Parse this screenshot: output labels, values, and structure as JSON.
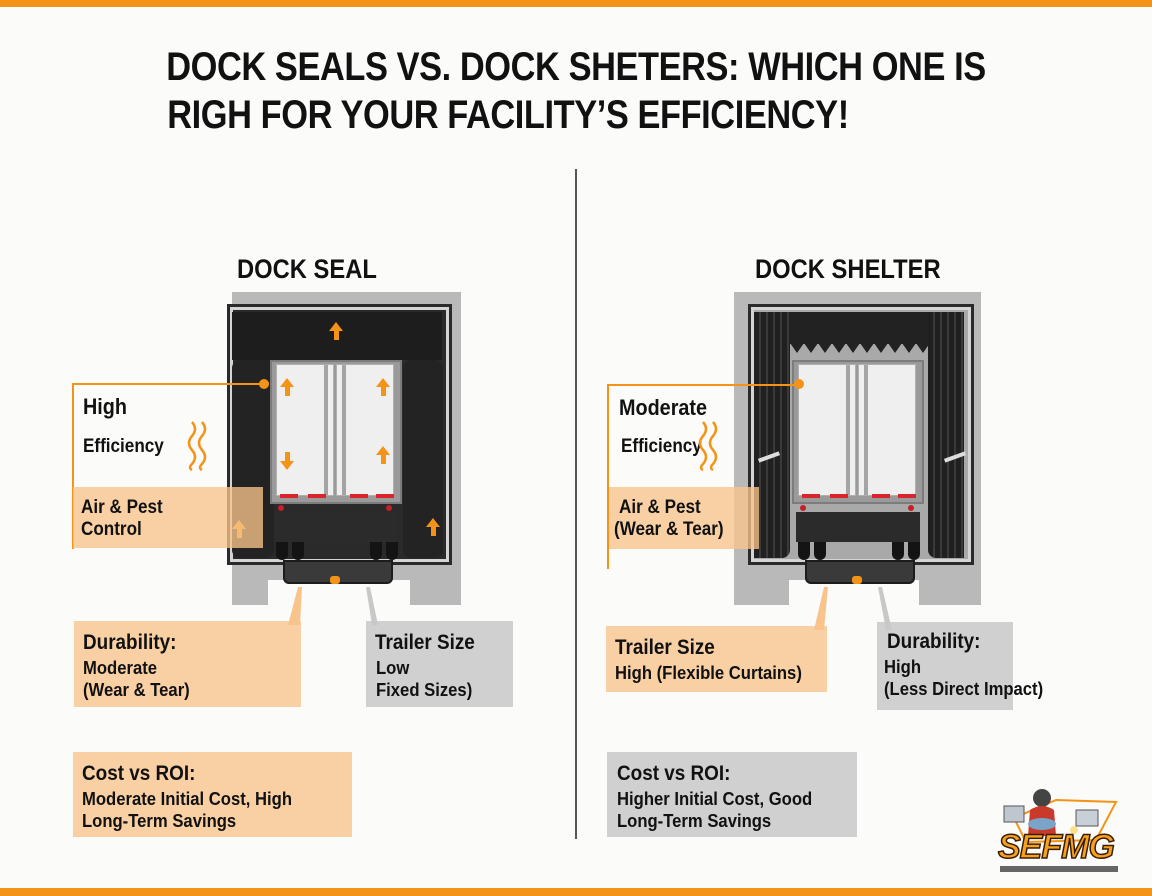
{
  "title": {
    "line1": "DOCK SEALS VS. DOCK SHETERS: WHICH ONE IS",
    "line2": "RIGH FOR YOUR FACILITY’S EFFICIENCY!"
  },
  "colors": {
    "accent": "#f39317",
    "orange_box": "#f8c48c",
    "grey_box": "#c8c8c8",
    "divider": "#555555"
  },
  "dock_seal": {
    "heading": "DOCK SEAL",
    "efficiency_level": "High",
    "efficiency_label": "Efficiency",
    "air_pest": [
      "Air & Pest",
      "Control"
    ],
    "durability": {
      "title": "Durability:",
      "value": "Moderate\n(Wear & Tear)"
    },
    "trailer_size": {
      "title": "Trailer Size",
      "value": "Low\nFixed Sizes)"
    },
    "cost_roi": {
      "title": "Cost vs ROI:",
      "value": "Moderate Initial Cost, High\nLong-Term Savings"
    }
  },
  "dock_shelter": {
    "heading": "DOCK SHELTER",
    "efficiency_level": "Moderate",
    "efficiency_label": "Efficiency",
    "air_pest": [
      "Air & Pest",
      "(Wear & Tear)"
    ],
    "trailer_size": {
      "title": "Trailer Size",
      "value": "High (Flexible Curtains)"
    },
    "durability": {
      "title": "Durability:",
      "value": "High\n(Less Direct Impact)"
    },
    "cost_roi": {
      "title": "Cost vs ROI:",
      "value": "Higher Initial Cost, Good\nLong-Term Savings"
    }
  },
  "logo": {
    "text": "SEFMG",
    "icon": "welder-logo-icon"
  }
}
